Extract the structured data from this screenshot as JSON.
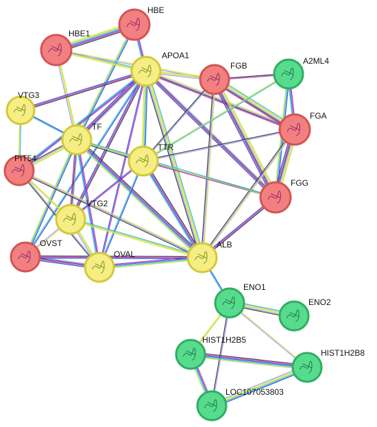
{
  "colors": {
    "red_fill": "#f28080",
    "red_stroke": "#d25555",
    "yellow_fill": "#f6ee84",
    "yellow_stroke": "#d4c93a",
    "green_fill": "#57dc8e",
    "green_stroke": "#2fae62",
    "edge_palette": [
      "#3d3d3d",
      "#c22fc2",
      "#2d55d8",
      "#3bb8d8",
      "#b6e334",
      "#e6e04b",
      "#9aa0ff"
    ]
  },
  "nodes": [
    {
      "id": "HBE",
      "label": "HBE",
      "cluster": "red",
      "icon": "protein-structure-icon"
    },
    {
      "id": "HBE1",
      "label": "HBE1",
      "cluster": "red",
      "icon": "protein-structure-icon"
    },
    {
      "id": "APOA1",
      "label": "APOA1",
      "cluster": "yellow",
      "icon": "protein-structure-icon"
    },
    {
      "id": "FGB",
      "label": "FGB",
      "cluster": "red",
      "icon": "protein-structure-icon"
    },
    {
      "id": "A2ML4",
      "label": "A2ML4",
      "cluster": "green",
      "icon": "protein-structure-icon"
    },
    {
      "id": "VTG3",
      "label": "VTG3",
      "cluster": "yellow",
      "icon": "protein-structure-icon"
    },
    {
      "id": "TF",
      "label": "TF",
      "cluster": "yellow",
      "icon": "protein-structure-icon"
    },
    {
      "id": "FGA",
      "label": "FGA",
      "cluster": "red",
      "icon": "protein-structure-icon"
    },
    {
      "id": "PIT54",
      "label": "PIT54",
      "cluster": "red",
      "icon": "protein-structure-icon"
    },
    {
      "id": "TTR",
      "label": "TTR",
      "cluster": "yellow",
      "icon": "protein-structure-icon"
    },
    {
      "id": "FGG",
      "label": "FGG",
      "cluster": "red",
      "icon": "protein-structure-icon"
    },
    {
      "id": "VTG2",
      "label": "VTG2",
      "cluster": "yellow",
      "icon": "protein-structure-icon"
    },
    {
      "id": "OVST",
      "label": "OVST",
      "cluster": "red",
      "icon": "protein-structure-icon"
    },
    {
      "id": "OVAL",
      "label": "OVAL",
      "cluster": "yellow",
      "icon": "protein-structure-icon"
    },
    {
      "id": "ALB",
      "label": "ALB",
      "cluster": "yellow",
      "icon": "protein-structure-icon"
    },
    {
      "id": "ENO1",
      "label": "ENO1",
      "cluster": "green",
      "icon": "protein-structure-icon"
    },
    {
      "id": "ENO2",
      "label": "ENO2",
      "cluster": "green",
      "icon": "protein-structure-icon"
    },
    {
      "id": "HIST1H2B5",
      "label": "HIST1H2B5",
      "cluster": "green",
      "icon": "protein-structure-icon"
    },
    {
      "id": "HIST1H2B8",
      "label": "HIST1H2B8",
      "cluster": "green",
      "icon": "protein-structure-icon"
    },
    {
      "id": "LOC107053803",
      "label": "LOC107053803",
      "cluster": "green",
      "icon": "protein-structure-icon"
    }
  ],
  "edges": [
    [
      "HBE",
      "HBE1",
      6
    ],
    [
      "HBE",
      "APOA1",
      3
    ],
    [
      "HBE",
      "TF",
      3
    ],
    [
      "HBE1",
      "APOA1",
      3
    ],
    [
      "HBE1",
      "TF",
      3
    ],
    [
      "HBE1",
      "FGB",
      2
    ],
    [
      "APOA1",
      "TF",
      4
    ],
    [
      "APOA1",
      "VTG3",
      3
    ],
    [
      "APOA1",
      "PIT54",
      3
    ],
    [
      "APOA1",
      "TTR",
      4
    ],
    [
      "APOA1",
      "ALB",
      5
    ],
    [
      "APOA1",
      "FGB",
      3
    ],
    [
      "APOA1",
      "FGA",
      4
    ],
    [
      "APOA1",
      "FGG",
      4
    ],
    [
      "APOA1",
      "VTG2",
      3
    ],
    [
      "APOA1",
      "OVAL",
      2
    ],
    [
      "APOA1",
      "OVST",
      2
    ],
    [
      "FGB",
      "FGA",
      6
    ],
    [
      "FGB",
      "FGG",
      6
    ],
    [
      "FGB",
      "ALB",
      3
    ],
    [
      "FGB",
      "TTR",
      2
    ],
    [
      "FGB",
      "A2ML4",
      2
    ],
    [
      "A2ML4",
      "FGA",
      3
    ],
    [
      "A2ML4",
      "FGG",
      3
    ],
    [
      "A2ML4",
      "TTR",
      2
    ],
    [
      "FGA",
      "FGG",
      6
    ],
    [
      "FGA",
      "ALB",
      3
    ],
    [
      "FGA",
      "TTR",
      2
    ],
    [
      "FGG",
      "ALB",
      3
    ],
    [
      "FGG",
      "TTR",
      2
    ],
    [
      "VTG3",
      "TF",
      2
    ],
    [
      "VTG3",
      "PIT54",
      2
    ],
    [
      "TF",
      "PIT54",
      4
    ],
    [
      "TF",
      "TTR",
      3
    ],
    [
      "TF",
      "VTG2",
      3
    ],
    [
      "TF",
      "ALB",
      5
    ],
    [
      "TF",
      "OVAL",
      3
    ],
    [
      "TF",
      "OVST",
      3
    ],
    [
      "TF",
      "FGG",
      2
    ],
    [
      "PIT54",
      "VTG2",
      2
    ],
    [
      "PIT54",
      "ALB",
      3
    ],
    [
      "PIT54",
      "OVAL",
      2
    ],
    [
      "TTR",
      "ALB",
      4
    ],
    [
      "TTR",
      "VTG2",
      2
    ],
    [
      "TTR",
      "OVAL",
      2
    ],
    [
      "VTG2",
      "ALB",
      3
    ],
    [
      "VTG2",
      "OVAL",
      3
    ],
    [
      "VTG2",
      "OVST",
      2
    ],
    [
      "OVST",
      "OVAL",
      4
    ],
    [
      "OVST",
      "ALB",
      3
    ],
    [
      "OVAL",
      "ALB",
      4
    ],
    [
      "ALB",
      "ENO1",
      2
    ],
    [
      "ENO1",
      "ENO2",
      5
    ],
    [
      "ENO1",
      "HIST1H2B5",
      2
    ],
    [
      "ENO1",
      "HIST1H2B8",
      2
    ],
    [
      "ENO1",
      "LOC107053803",
      2
    ],
    [
      "HIST1H2B5",
      "HIST1H2B8",
      5
    ],
    [
      "HIST1H2B5",
      "LOC107053803",
      4
    ],
    [
      "HIST1H2B8",
      "LOC107053803",
      5
    ]
  ]
}
